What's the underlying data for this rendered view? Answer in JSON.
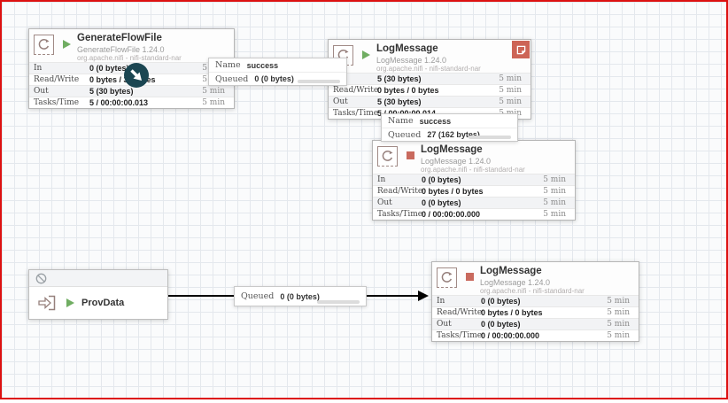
{
  "app": "NiFi flow canvas",
  "colors": {
    "frame_border": "#dd1111",
    "running_state": "#70ad62",
    "stopped_state": "#c96a5e",
    "bulletin_badge": "#cd6456",
    "connection_line": "#000000",
    "cursor_circle": "#1b4652"
  },
  "processors": [
    {
      "title": "GenerateFlowFile",
      "type_version": "GenerateFlowFile 1.24.0",
      "bundle": "org.apache.nifi - nifi-standard-nar",
      "state": "running",
      "stats": [
        {
          "label": "In",
          "value": "0 (0 bytes)",
          "window": "5 min"
        },
        {
          "label": "Read/Write",
          "value": "0 bytes / 30 bytes",
          "window": "5 min"
        },
        {
          "label": "Out",
          "value": "5 (30 bytes)",
          "window": "5 min"
        },
        {
          "label": "Tasks/Time",
          "value": "5 / 00:00:00.013",
          "window": "5 min"
        }
      ]
    },
    {
      "title": "LogMessage",
      "type_version": "LogMessage 1.24.0",
      "bundle": "org.apache.nifi - nifi-standard-nar",
      "state": "running",
      "has_bulletin": true,
      "stats": [
        {
          "label": "In",
          "value": "5 (30 bytes)",
          "window": "5 min"
        },
        {
          "label": "Read/Write",
          "value": "0 bytes / 0 bytes",
          "window": "5 min"
        },
        {
          "label": "Out",
          "value": "5 (30 bytes)",
          "window": "5 min"
        },
        {
          "label": "Tasks/Time",
          "value": "5 / 00:00:00.014",
          "window": "5 min"
        }
      ]
    },
    {
      "title": "LogMessage",
      "type_version": "LogMessage 1.24.0",
      "bundle": "org.apache.nifi - nifi-standard-nar",
      "state": "stopped",
      "stats": [
        {
          "label": "In",
          "value": "0 (0 bytes)",
          "window": "5 min"
        },
        {
          "label": "Read/Write",
          "value": "0 bytes / 0 bytes",
          "window": "5 min"
        },
        {
          "label": "Out",
          "value": "0 (0 bytes)",
          "window": "5 min"
        },
        {
          "label": "Tasks/Time",
          "value": "0 / 00:00:00.000",
          "window": "5 min"
        }
      ]
    },
    {
      "title": "LogMessage",
      "type_version": "LogMessage 1.24.0",
      "bundle": "org.apache.nifi - nifi-standard-nar",
      "state": "stopped",
      "stats": [
        {
          "label": "In",
          "value": "0 (0 bytes)",
          "window": "5 min"
        },
        {
          "label": "Read/Write",
          "value": "0 bytes / 0 bytes",
          "window": "5 min"
        },
        {
          "label": "Out",
          "value": "0 (0 bytes)",
          "window": "5 min"
        },
        {
          "label": "Tasks/Time",
          "value": "0 / 00:00:00.000",
          "window": "5 min"
        }
      ]
    }
  ],
  "connections": [
    {
      "name_label": "Name",
      "name_value": "success",
      "queued_label": "Queued",
      "queued_value": "0 (0 bytes)"
    },
    {
      "name_label": "Name",
      "name_value": "success",
      "queued_label": "Queued",
      "queued_value": "27 (162 bytes)"
    },
    {
      "queued_label": "Queued",
      "queued_value": "0 (0 bytes)"
    }
  ],
  "input_port": {
    "name": "ProvData",
    "state": "running"
  }
}
